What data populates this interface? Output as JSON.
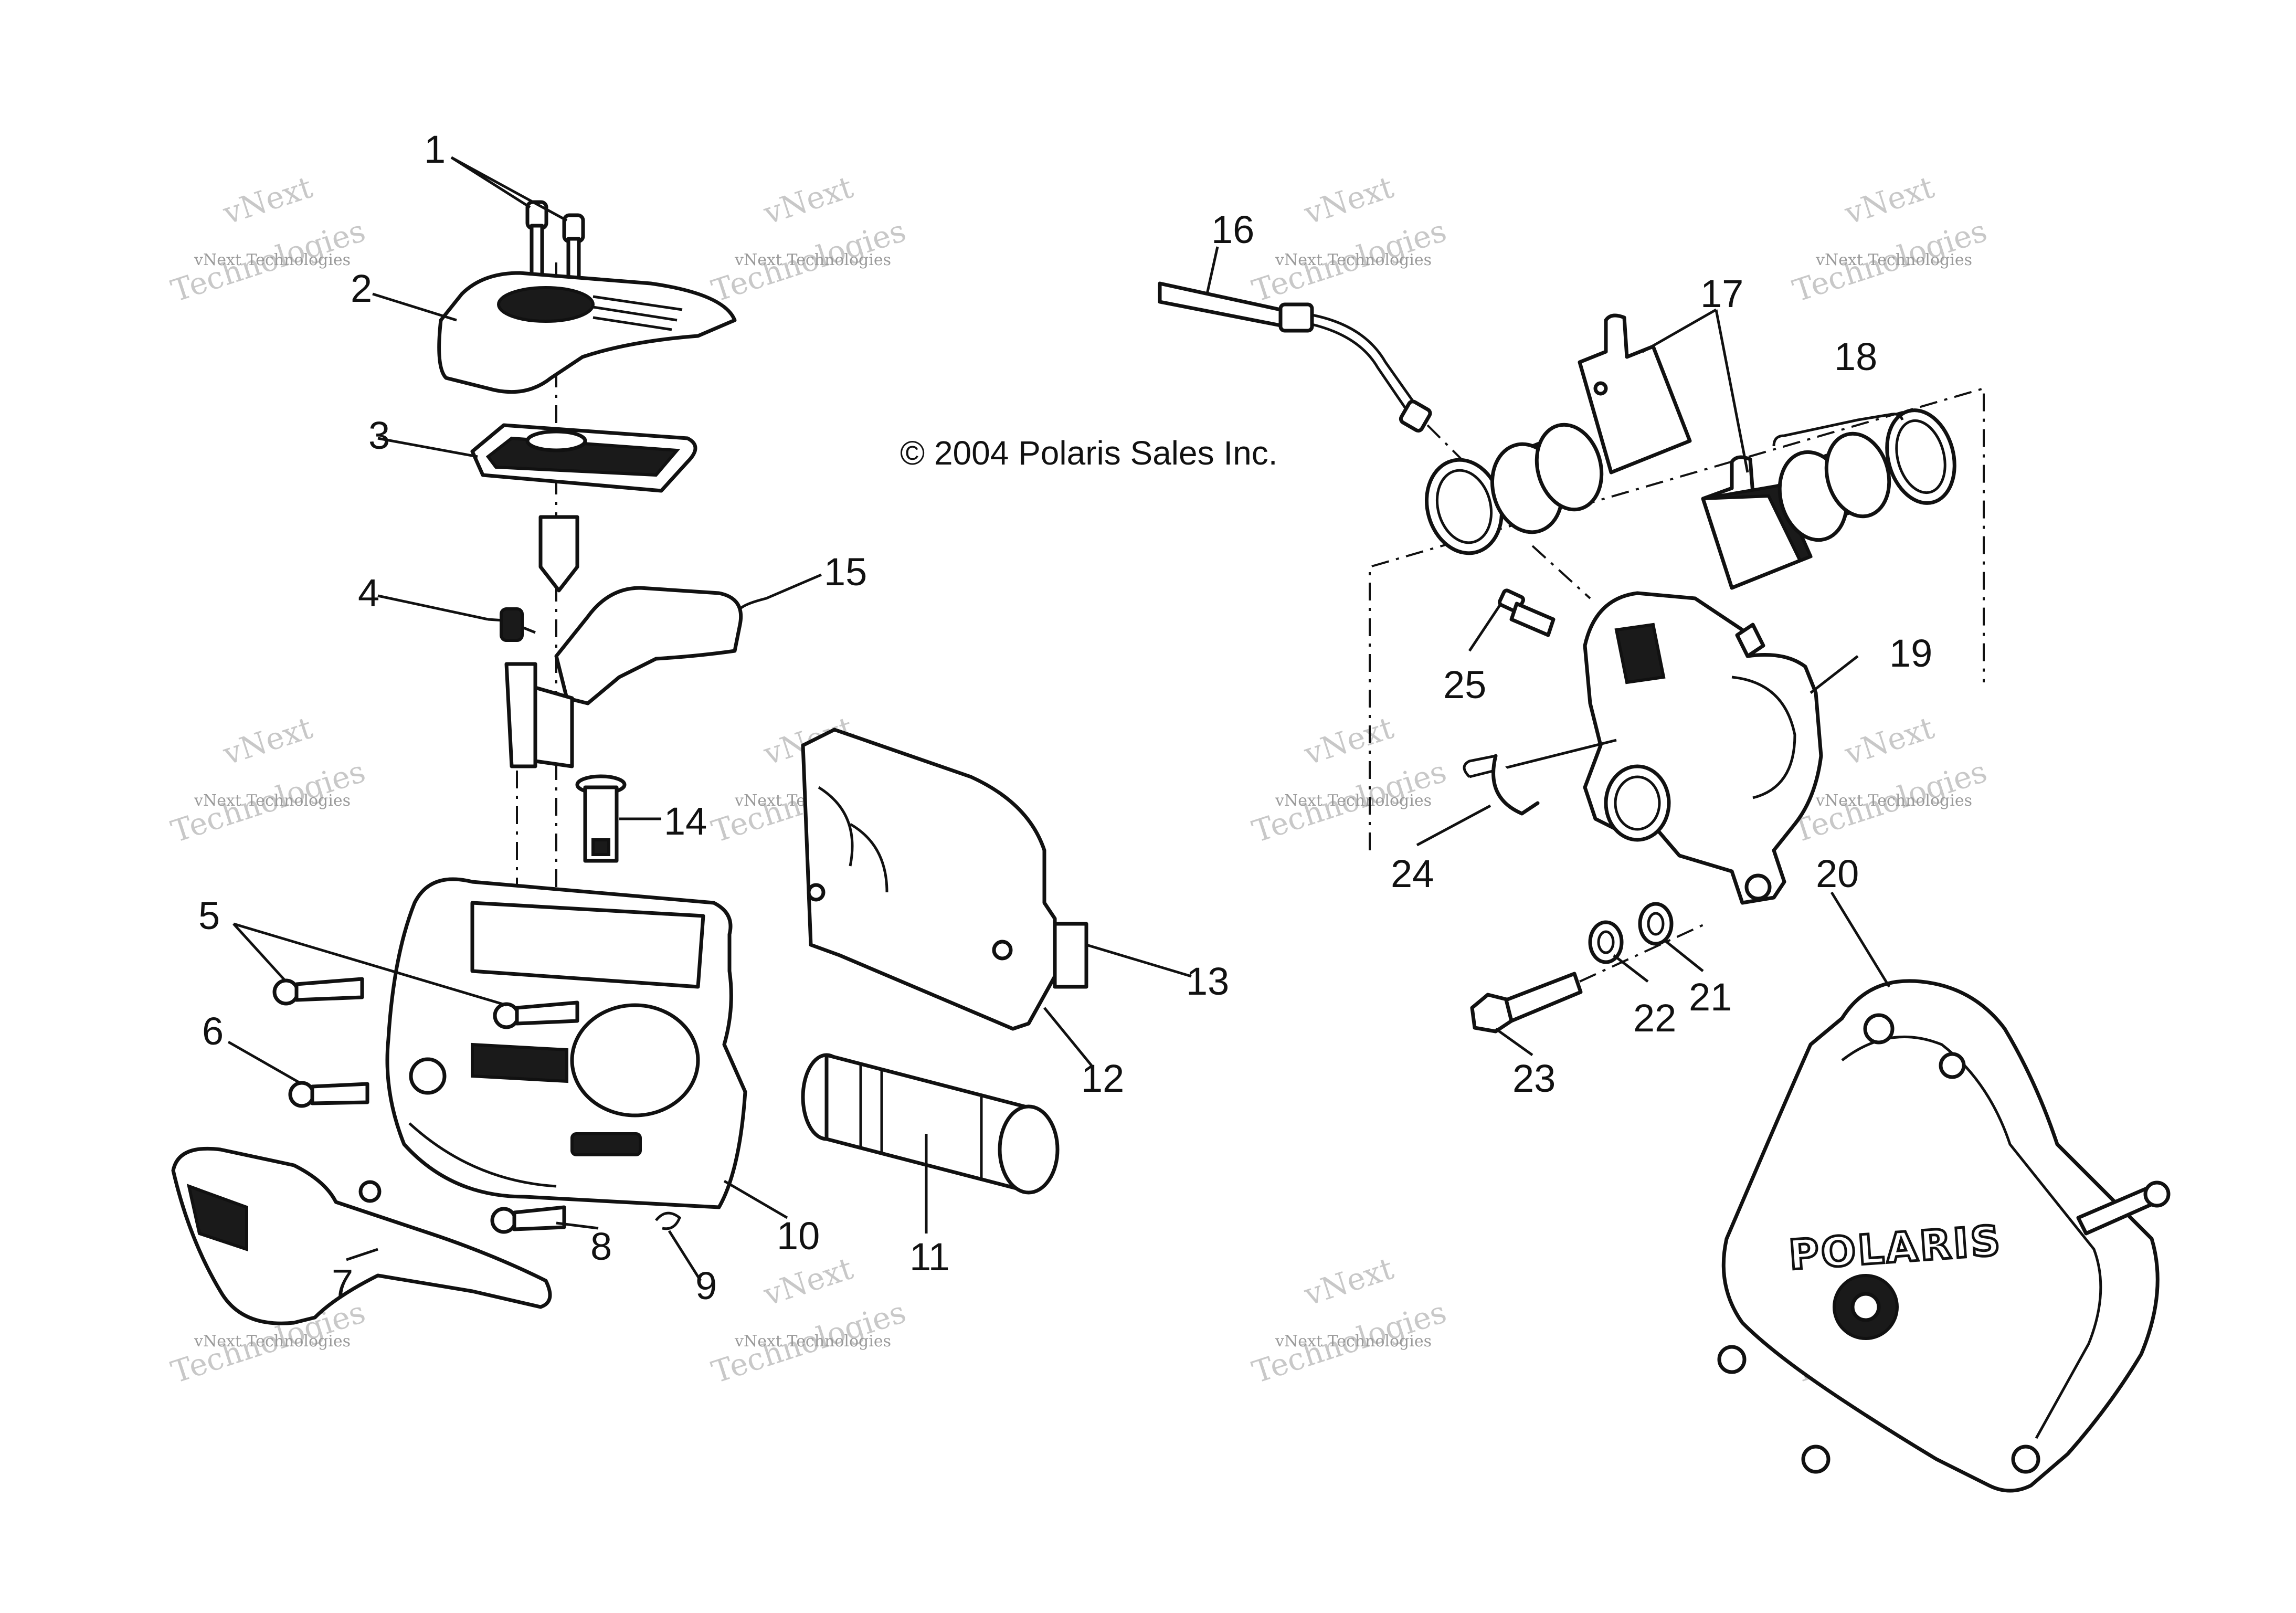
{
  "copyright": "© 2004 Polaris Sales Inc.",
  "logo_text": "POLARIS",
  "watermark": {
    "line1": "vNext Technologies",
    "line2": "vNext",
    "line3": "Technologies"
  },
  "callouts": [
    "1",
    "2",
    "3",
    "4",
    "5",
    "6",
    "7",
    "8",
    "9",
    "10",
    "11",
    "12",
    "13",
    "14",
    "15",
    "16",
    "17",
    "18",
    "19",
    "20",
    "21",
    "22",
    "23",
    "24",
    "25"
  ]
}
